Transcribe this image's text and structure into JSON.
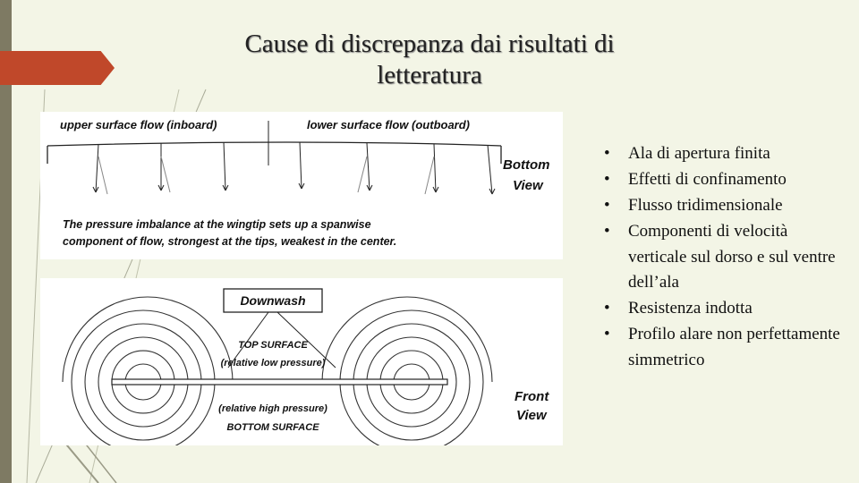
{
  "slide": {
    "title_line1": "Cause di discrepanza dai risultati di",
    "title_line2": "letteratura"
  },
  "bullets": [
    "Ala di apertura finita",
    "Effetti di confinamento",
    "Flusso tridimensionale",
    "Componenti di velocità verticale sul dorso e sul ventre dell’ala",
    "Resistenza indotta",
    "Profilo alare non perfettamente simmetrico"
  ],
  "figure_bottom_view": {
    "label_upper": "upper surface flow (inboard)",
    "label_lower": "lower surface flow (outboard)",
    "view_line1": "Bottom",
    "view_line2": "View",
    "caption_line1": "The pressure imbalance at the wingtip sets up a spanwise",
    "caption_line2": "component of flow, strongest at the tips, weakest in the center."
  },
  "figure_front_view": {
    "downwash": "Downwash",
    "top_surface": "TOP SURFACE",
    "top_pressure": "(relative low pressure)",
    "bottom_pressure": "(relative high pressure)",
    "bottom_surface": "BOTTOM SURFACE",
    "view_line1": "Front",
    "view_line2": "View"
  }
}
